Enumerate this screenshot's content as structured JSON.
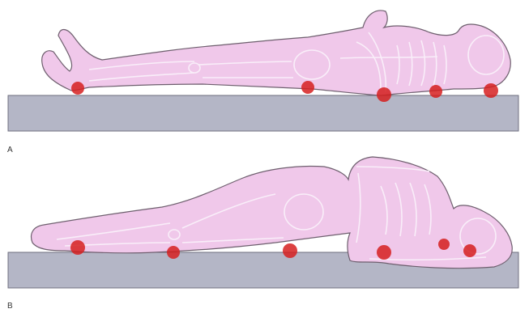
{
  "panels": [
    {
      "label": "A",
      "position": "supine"
    },
    {
      "label": "B",
      "position": "lateral"
    }
  ],
  "colors": {
    "background": "#ffffff",
    "body_fill": "#f0c8ea",
    "body_outline": "#6e5f6e",
    "skeleton_line": "#f8eef8",
    "mattress_top": "#a9abbd",
    "mattress_side": "#b9bbcc",
    "pressure_point": "#d62020"
  },
  "pressure_points": {
    "A": [
      "heel",
      "sacrum",
      "elbow",
      "scapula",
      "occiput"
    ],
    "B": [
      "malleolus",
      "knee",
      "greater-trochanter",
      "shoulder",
      "ear"
    ]
  }
}
